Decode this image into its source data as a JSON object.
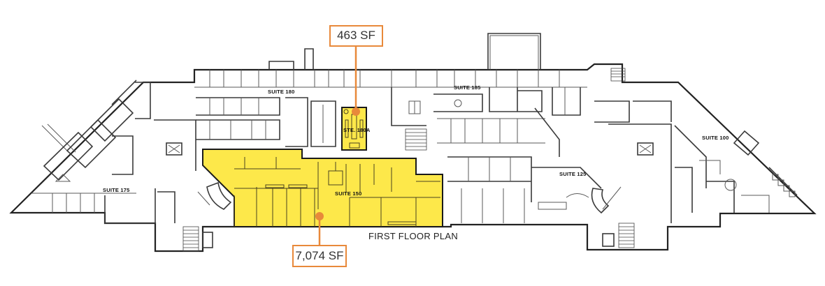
{
  "plan": {
    "title": "FIRST FLOOR PLAN",
    "highlight_color": "#fde84a",
    "callout_color": "#e8893a",
    "suites": [
      {
        "id": "suite-180",
        "label": "SUITE 180"
      },
      {
        "id": "suite-185",
        "label": "SUITE 185"
      },
      {
        "id": "suite-180a",
        "label": "STE. 180A"
      },
      {
        "id": "suite-150",
        "label": "SUITE 150"
      },
      {
        "id": "suite-125",
        "label": "SUITE 125"
      },
      {
        "id": "suite-100",
        "label": "SUITE 100"
      },
      {
        "id": "suite-175",
        "label": "SUITE 175"
      }
    ],
    "callouts": [
      {
        "id": "callout-463",
        "text": "463 SF",
        "target": "STE. 180A"
      },
      {
        "id": "callout-7074",
        "text": "7,074 SF",
        "target": "SUITE 150"
      }
    ]
  }
}
